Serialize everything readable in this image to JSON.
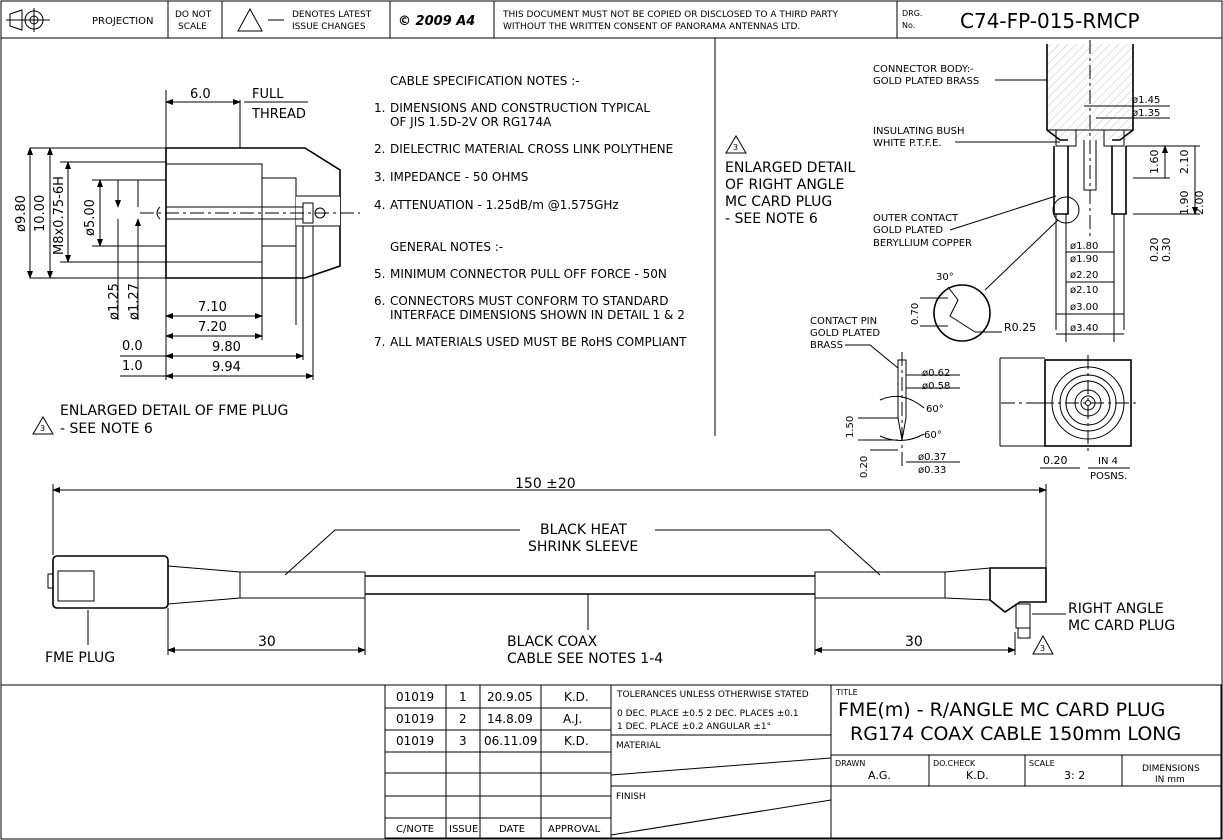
{
  "title_block": {
    "projection_label": "PROJECTION",
    "do_not_scale": [
      "DO NOT",
      "SCALE"
    ],
    "latest_issue": [
      "DENOTES LATEST",
      "ISSUE CHANGES"
    ],
    "copyright": "© 2009 A4",
    "confidential": [
      "THIS DOCUMENT MUST NOT BE COPIED OR DISCLOSED TO A THIRD PARTY",
      "WITHOUT THE WRITTEN CONSENT OF PANORAMA ANTENNAS LTD."
    ],
    "drg_label": [
      "DRG.",
      "No."
    ],
    "drawing_number": "C74-FP-015-RMCP"
  },
  "fme_detail": {
    "dims": {
      "d6": "6.0",
      "full": "FULL",
      "thread": "THREAD",
      "d980": "ø9.80",
      "d1000": "10.00",
      "thread_spec": "M8x0.75-6H",
      "d500": "ø5.00",
      "d125": "ø1.25",
      "d127": "ø1.27",
      "d710": "7.10",
      "d720": "7.20",
      "d00": "0.0",
      "d10": "1.0",
      "d980b": "9.80",
      "d994": "9.94"
    },
    "caption": [
      "ENLARGED DETAIL OF FME PLUG",
      "- SEE NOTE 6"
    ],
    "marker": "3"
  },
  "notes": {
    "cable_heading": "CABLE SPECIFICATION NOTES :-",
    "cable_items": [
      {
        "n": "1.",
        "lines": [
          "DIMENSIONS AND CONSTRUCTION TYPICAL",
          "OF JIS 1.5D-2V OR RG174A"
        ]
      },
      {
        "n": "2.",
        "lines": [
          "DIELECTRIC MATERIAL CROSS LINK POLYTHENE"
        ]
      },
      {
        "n": "3.",
        "lines": [
          "IMPEDANCE - 50 OHMS"
        ]
      },
      {
        "n": "4.",
        "lines": [
          "ATTENUATION - 1.25dB/m @1.575GHz"
        ]
      }
    ],
    "general_heading": "GENERAL NOTES :-",
    "general_items": [
      {
        "n": "5.",
        "lines": [
          "MINIMUM CONNECTOR PULL OFF FORCE - 50N"
        ]
      },
      {
        "n": "6.",
        "lines": [
          "CONNECTORS MUST CONFORM TO STANDARD",
          "INTERFACE DIMENSIONS SHOWN IN DETAIL 1 & 2"
        ]
      },
      {
        "n": "7.",
        "lines": [
          "ALL MATERIALS USED MUST BE RoHS COMPLIANT"
        ]
      }
    ]
  },
  "mc_detail": {
    "caption": [
      "ENLARGED DETAIL",
      "OF RIGHT ANGLE",
      "MC CARD PLUG",
      "- SEE NOTE 6"
    ],
    "marker": "3",
    "labels": {
      "connector_body": [
        "CONNECTOR BODY:-",
        "GOLD PLATED BRASS"
      ],
      "insulating_bush": [
        "INSULATING BUSH",
        "WHITE P.T.F.E."
      ],
      "outer_contact": [
        "OUTER CONTACT",
        "GOLD PLATED",
        "BERYLLIUM COPPER"
      ],
      "contact_pin": [
        "CONTACT PIN",
        "GOLD PLATED",
        "BRASS"
      ]
    },
    "dims": {
      "d145": "ø1.45",
      "d135": "ø1.35",
      "d160": "1.60",
      "d210": "2.10",
      "d190": "1.90",
      "d200": "2.00",
      "d020": "0.20",
      "d030": "0.30",
      "d180": "ø1.80",
      "d190b": "ø1.90",
      "d220": "ø2.20",
      "d210b": "ø2.10",
      "d300": "ø3.00",
      "d340": "ø3.40",
      "a30": "30°",
      "d070": "0.70",
      "r025": "R0.25",
      "d062": "ø0.62",
      "d058": "ø0.58",
      "a60a": "60°",
      "a60b": "60°",
      "d150": "1.50",
      "d020b": "0.20",
      "d037": "ø0.37",
      "d033": "ø0.33",
      "d020c": "0.20",
      "in4": "IN 4",
      "posns": "POSNS."
    }
  },
  "cable_assembly": {
    "overall_length": "150 ±20",
    "heat_shrink": [
      "BLACK HEAT",
      "SHRINK SLEEVE"
    ],
    "coax": [
      "BLACK COAX",
      "CABLE SEE NOTES 1-4"
    ],
    "left_dim": "30",
    "right_dim": "30",
    "fme_label": "FME PLUG",
    "mc_label": [
      "RIGHT ANGLE",
      "MC CARD PLUG"
    ],
    "marker": "3"
  },
  "revisions": {
    "rows": [
      {
        "cnote": "01019",
        "issue": "1",
        "date": "20.9.05",
        "approval": "K.D."
      },
      {
        "cnote": "01019",
        "issue": "2",
        "date": "14.8.09",
        "approval": "A.J."
      },
      {
        "cnote": "01019",
        "issue": "3",
        "date": "06.11.09",
        "approval": "K.D."
      }
    ],
    "headers": {
      "cnote": "C/NOTE",
      "issue": "ISSUE",
      "date": "DATE",
      "approval": "APPROVAL"
    }
  },
  "tolerances": {
    "heading": "TOLERANCES UNLESS OTHERWISE STATED",
    "line1": "0 DEC. PLACE ±0.5  2 DEC. PLACES ±0.1",
    "line2": "1 DEC. PLACE ±0.2  ANGULAR        ±1°",
    "material": "MATERIAL",
    "finish": "FINISH"
  },
  "title_info": {
    "label": "TITLE",
    "line1": "FME(m) - R/ANGLE MC CARD PLUG",
    "line2": "RG174 COAX CABLE 150mm LONG",
    "drawn_label": "DRAWN",
    "drawn_value": "A.G.",
    "docheck_label": "DO.CHECK",
    "docheck_value": "K.D.",
    "scale_label": "SCALE",
    "scale_value": "3: 2",
    "dimensions_label": [
      "DIMENSIONS",
      "IN mm"
    ]
  }
}
